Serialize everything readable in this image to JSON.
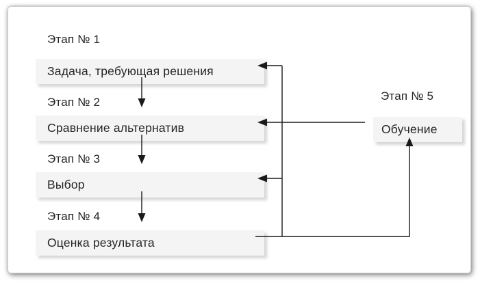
{
  "stages": [
    {
      "label": "Этап № 1",
      "text": "Задача, требующая решения"
    },
    {
      "label": "Этап № 2",
      "text": "Сравнение альтернатив"
    },
    {
      "label": "Этап № 3",
      "text": "Выбор"
    },
    {
      "label": "Этап № 4",
      "text": "Оценка результата"
    },
    {
      "label": "Этап № 5",
      "text": "Обучение"
    }
  ],
  "colors": {
    "line_color": "#1a1a1a",
    "box_fill": "#f4f4f4",
    "text_color": "#252525",
    "frame_border": "#cccccc"
  }
}
